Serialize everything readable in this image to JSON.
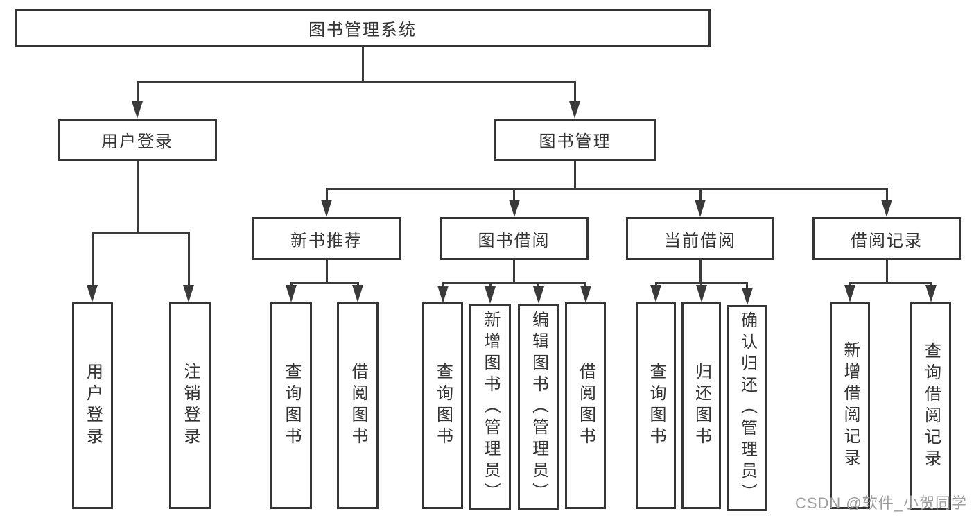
{
  "diagram": {
    "root": {
      "label": "图书管理系统"
    },
    "branches": [
      {
        "label": "用户登录",
        "children": [
          {
            "label": "用户登录"
          },
          {
            "label": "注销登录"
          }
        ]
      },
      {
        "label": "图书管理",
        "children": [
          {
            "label": "新书推荐",
            "children": [
              {
                "label": "查询图书"
              },
              {
                "label": "借阅图书"
              }
            ]
          },
          {
            "label": "图书借阅",
            "children": [
              {
                "label": "查询图书"
              },
              {
                "label": "新增图书（管理员）"
              },
              {
                "label": "编辑图书（管理员）"
              },
              {
                "label": "借阅图书"
              }
            ]
          },
          {
            "label": "当前借阅",
            "children": [
              {
                "label": "查询图书"
              },
              {
                "label": "归还图书"
              },
              {
                "label": "确认归还（管理员）"
              }
            ]
          },
          {
            "label": "借阅记录",
            "children": [
              {
                "label": "新增借阅记录"
              },
              {
                "label": "查询借阅记录"
              }
            ]
          }
        ]
      }
    ]
  },
  "watermark": {
    "text": "CSDN @软件_小贺同学"
  },
  "colors": {
    "background": "#ffffff",
    "box_border": "#353535",
    "connector_line": "#3a3a3a",
    "text": "#333333",
    "watermark_text": "#9e9e9e"
  }
}
